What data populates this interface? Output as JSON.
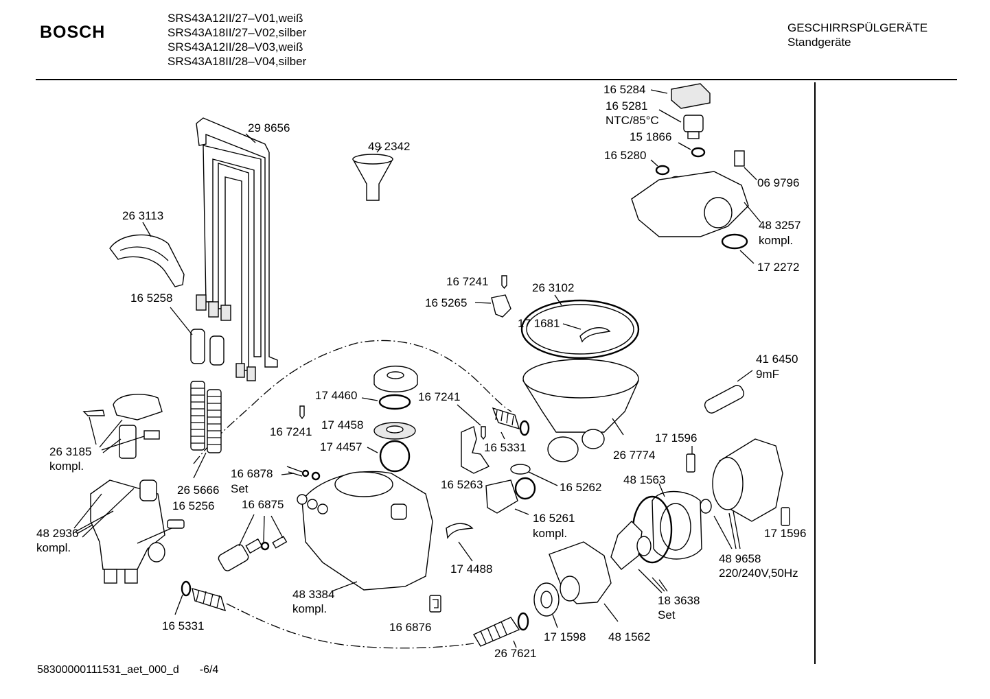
{
  "header": {
    "brand": "BOSCH",
    "models": [
      "SRS43A12II/27–V01,weiß",
      "SRS43A18II/27–V02,silber",
      "SRS43A12II/28–V03,weiß",
      "SRS43A18II/28–V04,silber"
    ],
    "category": "GESCHIRRSPÜLGERÄTE",
    "subcategory": "Standgeräte"
  },
  "footer": {
    "doc_id": "58300000111531_aet_000_d",
    "page": "-6/4"
  },
  "labels": {
    "p298656": "29 8656",
    "p492342": "49 2342",
    "p263113": "26 3113",
    "p165258": "16 5258",
    "p263185": "26 3185",
    "p263185_note": "kompl.",
    "p265666": "26 5666",
    "p165256": "16 5256",
    "p482936": "48 2936",
    "p482936_note": "kompl.",
    "p165331a": "16 5331",
    "p174460": "17 4460",
    "p167241a": "16 7241",
    "p174458": "17 4458",
    "p174457": "17 4457",
    "p166878": "16 6878",
    "p166878_note": "Set",
    "p166875": "16 6875",
    "p483384": "48 3384",
    "p483384_note": "kompl.",
    "p166876": "16 6876",
    "p174488": "17 4488",
    "p167241b": "16 7241",
    "p165331b": "16 5331",
    "p165263": "16 5263",
    "p165262": "16 5262",
    "p165261": "16 5261",
    "p165261_note": "kompl.",
    "p167241c": "16 7241",
    "p165265": "16 5265",
    "p263102": "26 3102",
    "p171681": "17 1681",
    "p267774": "26 7774",
    "p165284": "16 5284",
    "p165281": "16 5281",
    "p165281_note": "NTC/85°C",
    "p151866": "15 1866",
    "p165280": "16 5280",
    "p069796": "06 9796",
    "p483257": "48 3257",
    "p483257_note": "kompl.",
    "p172272": "17 2272",
    "p416450": "41 6450",
    "p416450_note": "9mF",
    "p171596a": "17 1596",
    "p481563": "48 1563",
    "p171596b": "17 1596",
    "p489658": "48 9658",
    "p489658_note": "220/240V,50Hz",
    "p183638": "18 3638",
    "p183638_note": "Set",
    "p481562": "48 1562",
    "p171598": "17 1598",
    "p267621": "26 7621"
  },
  "colors": {
    "ink": "#000000",
    "paper": "#ffffff"
  }
}
